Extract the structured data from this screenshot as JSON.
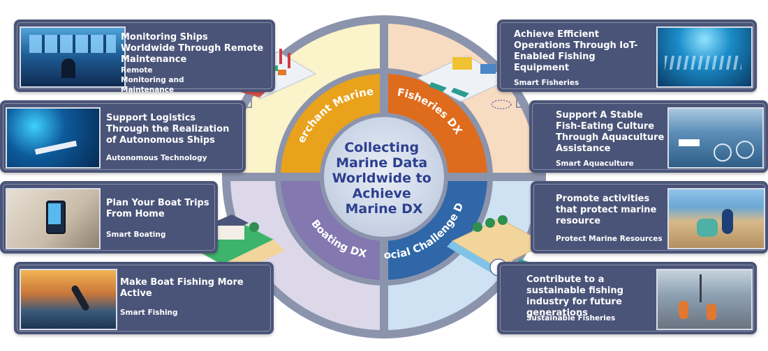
{
  "center": {
    "lines": [
      "Collecting",
      "Marine Data",
      "Worldwide to",
      "Achieve",
      "Marine DX"
    ]
  },
  "segments": [
    {
      "label": "Merchant Marine DX",
      "color": "#e8a21c",
      "outer": "#fbf3c9"
    },
    {
      "label": "Fisheries DX",
      "color": "#df6b1c",
      "outer": "#f7dcc2"
    },
    {
      "label": "Social Challenge DX",
      "color": "#2f67a8",
      "outer": "#cfe2f3"
    },
    {
      "label": "Boating DX",
      "color": "#8378b0",
      "outer": "#dcd8ea"
    }
  ],
  "cards": [
    {
      "title": "Monitoring Ships Worldwide Through Remote Maintenance",
      "subtitle": "Remote Monitoring and Maintenance",
      "photo": "control-room-photo"
    },
    {
      "title": "Support Logistics Through the Realization of Autonomous Ships",
      "subtitle": "Autonomous Technology",
      "photo": "autonomous-ship-photo"
    },
    {
      "title": "Plan Your Boat Trips From Home",
      "subtitle": "Smart Boating",
      "photo": "smartphone-photo"
    },
    {
      "title": "Make Boat Fishing More Active",
      "subtitle": "Smart Fishing",
      "photo": "marlin-fishing-photo"
    },
    {
      "title": "Achieve Efficient Operations Through IoT-Enabled Fishing Equipment",
      "subtitle": "Smart Fisheries",
      "photo": "underwater-fish-photo"
    },
    {
      "title": "Support A Stable Fish-Eating Culture Through Aquaculture Assistance",
      "subtitle": "Smart Aquaculture",
      "photo": "aquaculture-photo"
    },
    {
      "title": "Promote activities that protect marine resource",
      "subtitle": "Protect Marine Resources",
      "photo": "beach-cleanup-photo"
    },
    {
      "title": "Contribute to a sustainable fishing industry for future generations",
      "subtitle": "Sustainable Fisheries",
      "photo": "fishing-deck-photo"
    }
  ],
  "colors": {
    "card_bg": "#4a5478",
    "ring": "#8b94ac",
    "center_fill": "#ccd6e6",
    "center_text": "#2d3f8f"
  }
}
